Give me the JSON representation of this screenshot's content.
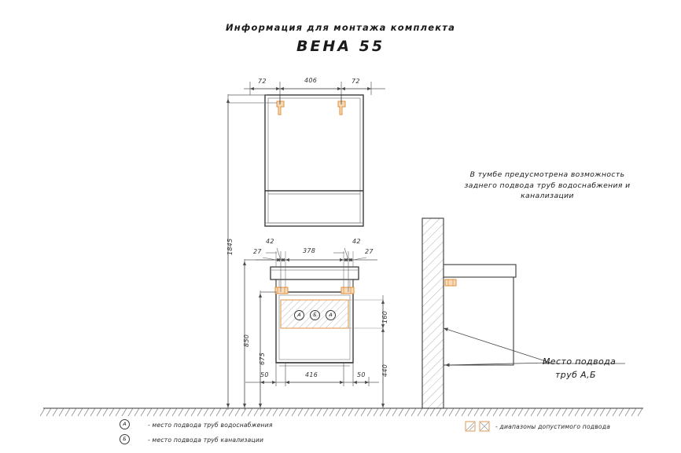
{
  "document": {
    "title_line1": "Информация для монтажа комплекта",
    "title_line2": "ВЕНА 55"
  },
  "notes": {
    "rear_supply": "В тумбе предусмотрена возможность заднего подвода труб водоснабжения и канализации",
    "supply_point_line1": "Место подвода",
    "supply_point_line2": "труб А,Б"
  },
  "legend": {
    "marker_a": "А",
    "marker_b": "Б",
    "item_a": "- место подвода труб водоснабжения",
    "item_b": "- место подвода труб канализации",
    "item_range": "- диапазоны допустимого подвода"
  },
  "markers_in_range": [
    "А",
    "Б",
    "А"
  ],
  "dimensions": {
    "mirror_left": "72",
    "mirror_width": "406",
    "mirror_right": "72",
    "cabinet_bracket_left_outer": "27",
    "cabinet_bracket_left_inner": "42",
    "cabinet_inner_width": "378",
    "cabinet_bracket_right_inner": "42",
    "cabinet_bracket_right_outer": "27",
    "total_height": "1845",
    "cabinet_top_height": "850",
    "cabinet_bottom_height": "675",
    "range_height": "160",
    "range_bottom": "440",
    "base_left": "50",
    "base_width": "416",
    "base_right": "50"
  },
  "colors": {
    "line": "#3a3a3a",
    "thin_line": "#8a8a8a",
    "accent": "#e79a45",
    "accent_fill": "#f6d8b4",
    "text": "#1a1a1a"
  }
}
